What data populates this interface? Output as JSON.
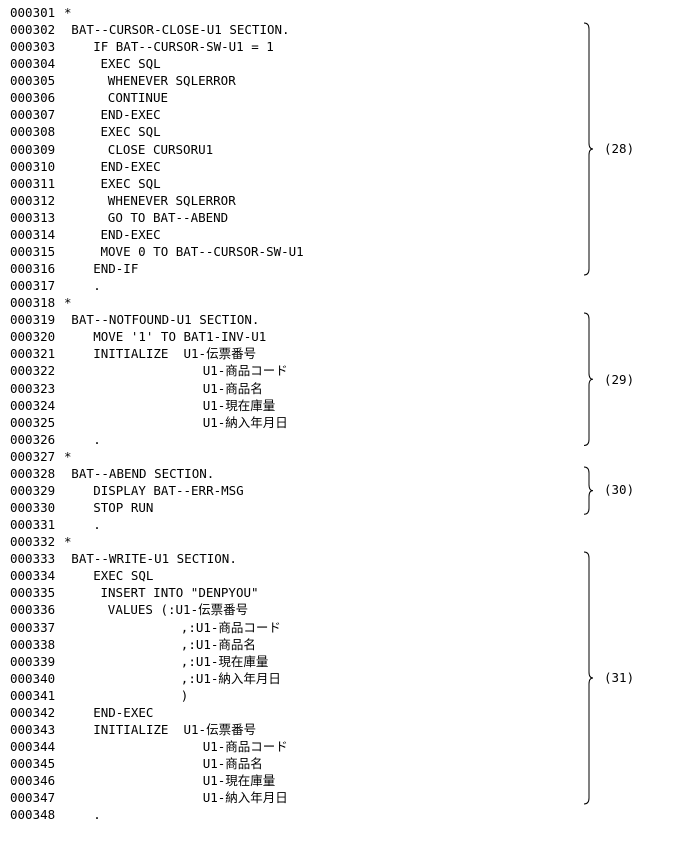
{
  "lines": [
    {
      "num": "000301",
      "text": "*",
      "indent": 0
    },
    {
      "num": "000302",
      "text": "BAT--CURSOR-CLOSE-U1 SECTION.",
      "indent": 1
    },
    {
      "num": "000303",
      "text": "IF BAT--CURSOR-SW-U1 = 1",
      "indent": 4
    },
    {
      "num": "000304",
      "text": "EXEC SQL",
      "indent": 5
    },
    {
      "num": "000305",
      "text": "WHENEVER SQLERROR",
      "indent": 6
    },
    {
      "num": "000306",
      "text": "CONTINUE",
      "indent": 6
    },
    {
      "num": "000307",
      "text": "END-EXEC",
      "indent": 5
    },
    {
      "num": "000308",
      "text": "EXEC SQL",
      "indent": 5
    },
    {
      "num": "000309",
      "text": "CLOSE CURSORU1",
      "indent": 6
    },
    {
      "num": "000310",
      "text": "END-EXEC",
      "indent": 5
    },
    {
      "num": "000311",
      "text": "EXEC SQL",
      "indent": 5
    },
    {
      "num": "000312",
      "text": "WHENEVER SQLERROR",
      "indent": 6
    },
    {
      "num": "000313",
      "text": "GO TO BAT--ABEND",
      "indent": 6
    },
    {
      "num": "000314",
      "text": "END-EXEC",
      "indent": 5
    },
    {
      "num": "000315",
      "text": "MOVE 0 TO BAT--CURSOR-SW-U1",
      "indent": 5
    },
    {
      "num": "000316",
      "text": "END-IF",
      "indent": 4
    },
    {
      "num": "000317",
      "text": ".",
      "indent": 4
    },
    {
      "num": "000318",
      "text": "*",
      "indent": 0
    },
    {
      "num": "000319",
      "text": "BAT--NOTFOUND-U1 SECTION.",
      "indent": 1
    },
    {
      "num": "000320",
      "text": "MOVE '1' TO BAT1-INV-U1",
      "indent": 4
    },
    {
      "num": "000321",
      "text": "INITIALIZE  U1-伝票番号",
      "indent": 4
    },
    {
      "num": "000322",
      "text": "U1-商品コード",
      "indent": 19
    },
    {
      "num": "000323",
      "text": "U1-商品名",
      "indent": 19
    },
    {
      "num": "000324",
      "text": "U1-現在庫量",
      "indent": 19
    },
    {
      "num": "000325",
      "text": "U1-納入年月日",
      "indent": 19
    },
    {
      "num": "000326",
      "text": ".",
      "indent": 4
    },
    {
      "num": "000327",
      "text": "*",
      "indent": 0
    },
    {
      "num": "000328",
      "text": "BAT--ABEND SECTION.",
      "indent": 1
    },
    {
      "num": "000329",
      "text": "DISPLAY BAT--ERR-MSG",
      "indent": 4
    },
    {
      "num": "000330",
      "text": "STOP RUN",
      "indent": 4
    },
    {
      "num": "000331",
      "text": ".",
      "indent": 4
    },
    {
      "num": "000332",
      "text": "*",
      "indent": 0
    },
    {
      "num": "000333",
      "text": "BAT--WRITE-U1 SECTION.",
      "indent": 1
    },
    {
      "num": "000334",
      "text": "EXEC SQL",
      "indent": 4
    },
    {
      "num": "000335",
      "text": "INSERT INTO \"DENPYOU\"",
      "indent": 5
    },
    {
      "num": "000336",
      "text": "VALUES (:U1-伝票番号",
      "indent": 6
    },
    {
      "num": "000337",
      "text": ",:U1-商品コード",
      "indent": 16
    },
    {
      "num": "000338",
      "text": ",:U1-商品名",
      "indent": 16
    },
    {
      "num": "000339",
      "text": ",:U1-現在庫量",
      "indent": 16
    },
    {
      "num": "000340",
      "text": ",:U1-納入年月日",
      "indent": 16
    },
    {
      "num": "000341",
      "text": ")",
      "indent": 16
    },
    {
      "num": "000342",
      "text": "END-EXEC",
      "indent": 4
    },
    {
      "num": "000343",
      "text": "INITIALIZE  U1-伝票番号",
      "indent": 4
    },
    {
      "num": "000344",
      "text": "U1-商品コード",
      "indent": 19
    },
    {
      "num": "000345",
      "text": "U1-商品名",
      "indent": 19
    },
    {
      "num": "000346",
      "text": "U1-現在庫量",
      "indent": 19
    },
    {
      "num": "000347",
      "text": "U1-納入年月日",
      "indent": 19
    },
    {
      "num": "000348",
      "text": ".",
      "indent": 4
    }
  ],
  "annotations": [
    {
      "label": "(28)",
      "first_line": 1,
      "last_line": 15
    },
    {
      "label": "(29)",
      "first_line": 18,
      "last_line": 25
    },
    {
      "label": "(30)",
      "first_line": 27,
      "last_line": 29
    },
    {
      "label": "(31)",
      "first_line": 32,
      "last_line": 46
    }
  ]
}
